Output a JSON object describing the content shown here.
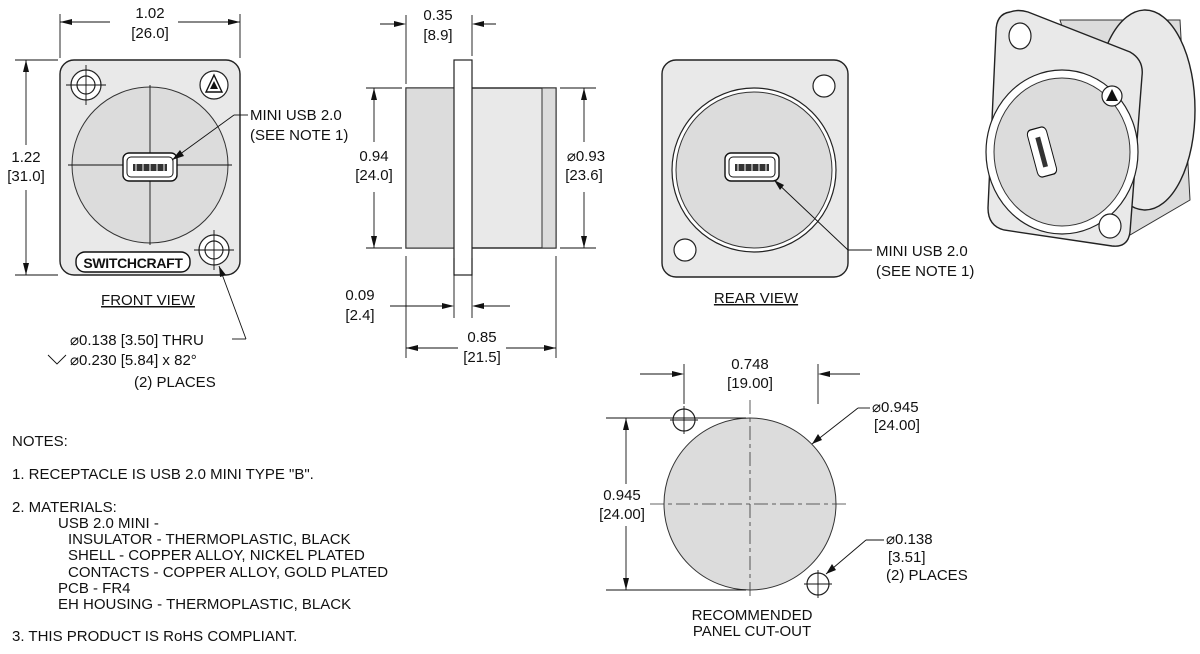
{
  "front_view": {
    "width_in": "1.02",
    "width_mm": "[26.0]",
    "height_in": "1.22",
    "height_mm": "[31.0]",
    "connector_note_1": "MINI USB 2.0",
    "connector_note_2": "(SEE NOTE 1)",
    "brand": "SWITCHCRAFT",
    "title": "FRONT VIEW",
    "hole_note_1": "⌀0.138 [3.50] THRU",
    "hole_note_2": "⌀0.230 [5.84] x 82°",
    "hole_note_3": "(2) PLACES"
  },
  "side_view": {
    "flange_in": "0.35",
    "flange_mm": "[8.9]",
    "height_in": "0.94",
    "height_mm": "[24.0]",
    "diam_in": "⌀0.93",
    "diam_mm": "[23.6]",
    "thick_in": "0.09",
    "thick_mm": "[2.4]",
    "length_in": "0.85",
    "length_mm": "[21.5]"
  },
  "rear_view": {
    "connector_note_1": "MINI USB 2.0",
    "connector_note_2": "(SEE NOTE 1)",
    "title": "REAR VIEW"
  },
  "cutout": {
    "hole_spacing_in": "0.748",
    "hole_spacing_mm": "[19.00]",
    "diam_in": "⌀0.945",
    "diam_mm": "[24.00]",
    "height_in": "0.945",
    "height_mm": "[24.00]",
    "small_hole_in": "⌀0.138",
    "small_hole_mm": "[3.51]",
    "small_hole_qty": "(2) PLACES",
    "title_1": "RECOMMENDED",
    "title_2": "PANEL CUT-OUT"
  },
  "notes": {
    "heading": "NOTES:",
    "note1": "1.  RECEPTACLE IS USB 2.0 MINI TYPE \"B\".",
    "note2": "2.  MATERIALS:",
    "m1": "USB 2.0 MINI -",
    "m2": "INSULATOR - THERMOPLASTIC, BLACK",
    "m3": "SHELL - COPPER ALLOY, NICKEL PLATED",
    "m4": "CONTACTS - COPPER ALLOY, GOLD PLATED",
    "m5": "PCB - FR4",
    "m6": "EH HOUSING - THERMOPLASTIC, BLACK",
    "note3": "3.  THIS PRODUCT IS RoHS COMPLIANT."
  },
  "colors": {
    "line": "#111111",
    "fill": "#e9e9e9"
  }
}
